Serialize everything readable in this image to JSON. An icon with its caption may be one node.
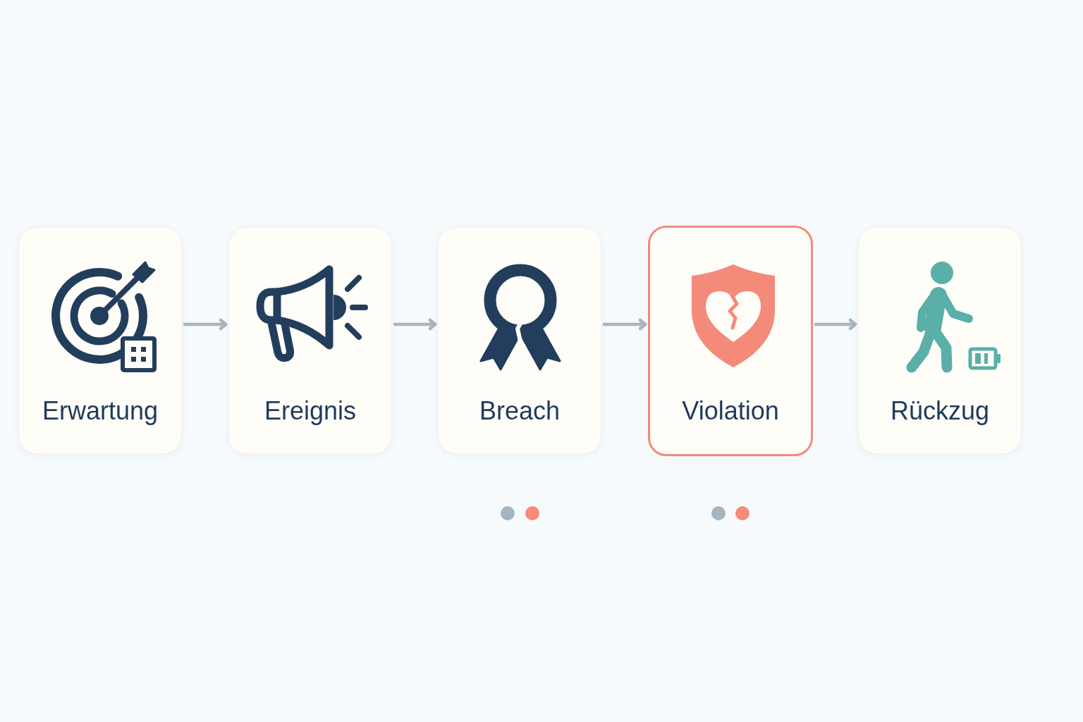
{
  "diagram": {
    "nodes": [
      {
        "text": [
          "Erwartung"
        ]
      },
      {
        "text": [
          "Ereignis"
        ]
      },
      {
        "text": [
          "Breach"
        ]
      },
      {
        "text": [
          "Violation"
        ]
      },
      {
        "text": [
          "Rückzug"
        ]
      }
    ],
    "edges": [
      {
        "from": 0,
        "to": 1,
        "arrow": "to"
      },
      {
        "from": 1,
        "to": 2,
        "arrow": "to"
      },
      {
        "from": 2,
        "to": 3,
        "arrow": "to"
      },
      {
        "from": 3,
        "to": 4,
        "arrow": "to"
      }
    ]
  }
}
